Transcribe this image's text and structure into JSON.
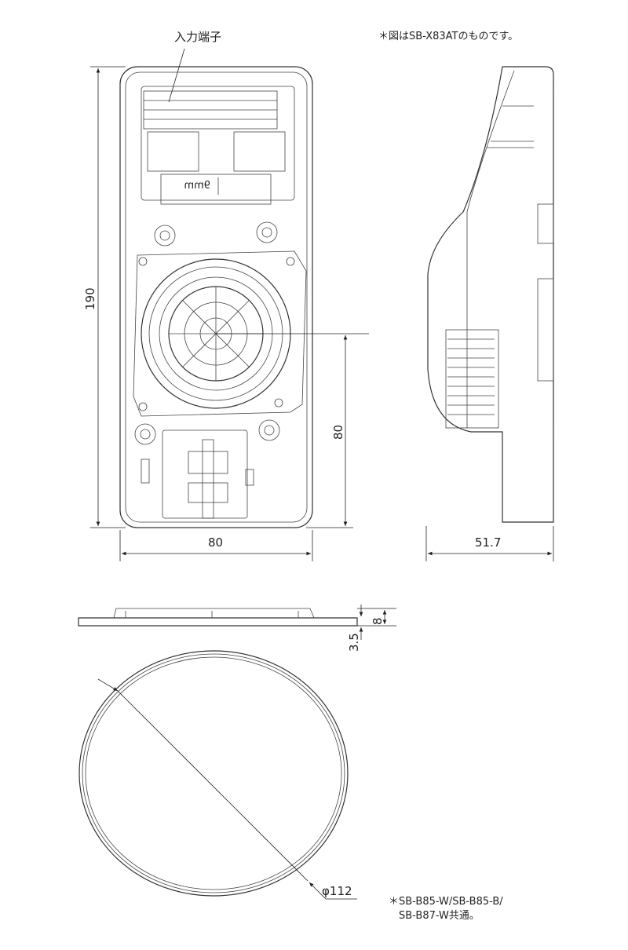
{
  "labels": {
    "input_terminal": "入力端子",
    "terminal_width": "9mm",
    "note_top": "＊図はSB-X83ATのものです。",
    "note_bottom_line1": "＊SB-B85-W/SB-B85-B/",
    "note_bottom_line2": "SB-B87-W共通。"
  },
  "dimensions": {
    "front_height": "190",
    "speaker_center_height": "80",
    "front_width": "80",
    "side_depth": "51.7",
    "plate_thickness": "8",
    "plate_flange": "3.5",
    "grille_diameter": "φ112"
  }
}
